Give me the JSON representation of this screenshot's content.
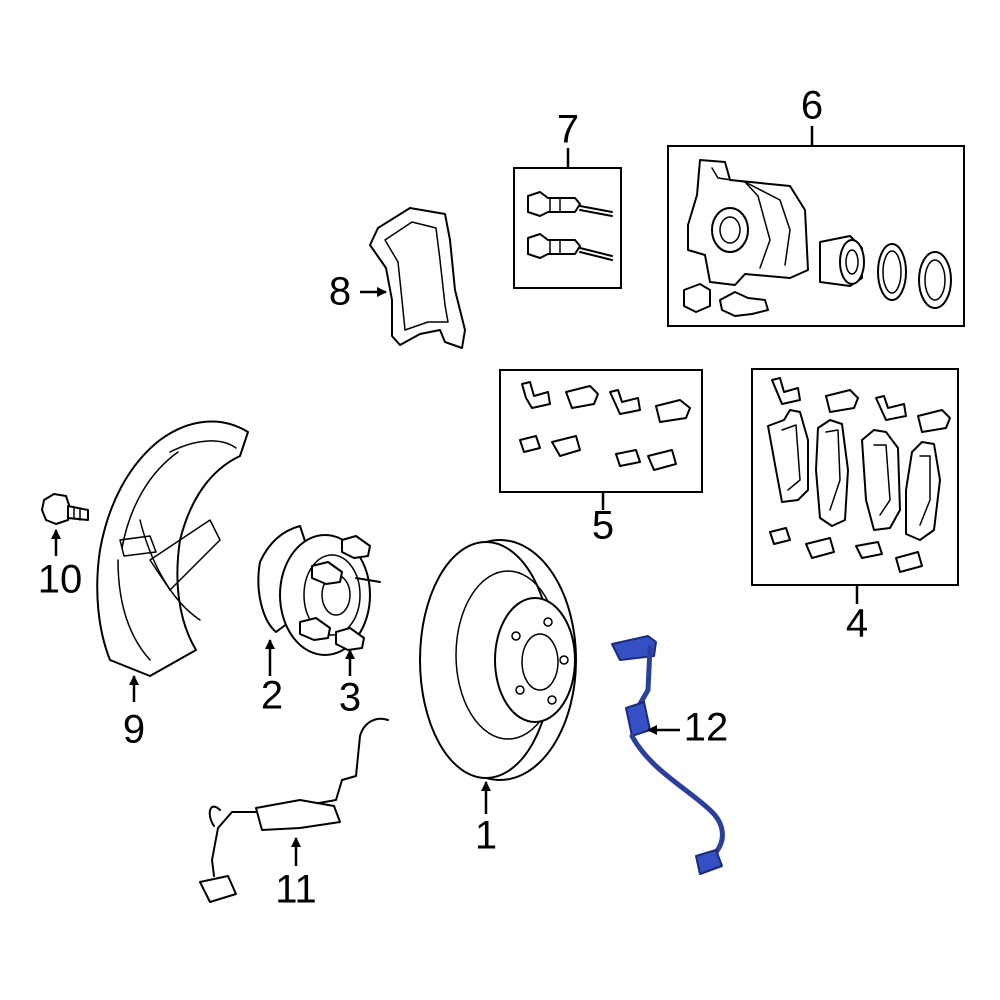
{
  "colors": {
    "highlight": "#3550c4",
    "line": "#000000",
    "background": "#ffffff"
  },
  "callouts": [
    {
      "id": "1",
      "label": "1"
    },
    {
      "id": "2",
      "label": "2"
    },
    {
      "id": "3",
      "label": "3"
    },
    {
      "id": "4",
      "label": "4"
    },
    {
      "id": "5",
      "label": "5"
    },
    {
      "id": "6",
      "label": "6"
    },
    {
      "id": "7",
      "label": "7"
    },
    {
      "id": "8",
      "label": "8"
    },
    {
      "id": "9",
      "label": "9"
    },
    {
      "id": "10",
      "label": "10"
    },
    {
      "id": "11",
      "label": "11"
    },
    {
      "id": "12",
      "label": "12"
    }
  ]
}
